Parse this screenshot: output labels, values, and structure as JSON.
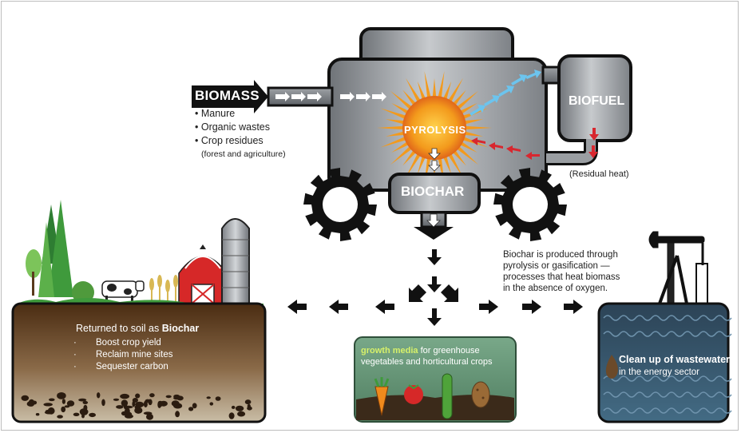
{
  "biomass": {
    "title": "BIOMASS",
    "items": [
      "• Manure",
      "• Organic wastes",
      "• Crop residues"
    ],
    "note": "(forest and agriculture)"
  },
  "reactor": {
    "pyrolysis_label": "PYROLYSIS",
    "biochar_label": "BIOCHAR",
    "biofuel_label": "BIOFUEL",
    "residual_label": "(Residual heat)"
  },
  "description": {
    "lines": [
      "Biochar is produced through",
      "pyrolysis or gasification —",
      "processes that heat biomass",
      "in the absence of oxygen."
    ]
  },
  "soil": {
    "title_prefix": "Returned to soil as ",
    "title_bold": "Biochar",
    "items": [
      "Boost crop yield",
      "Reclaim mine sites",
      "Sequester carbon"
    ],
    "bullet": "·"
  },
  "growth": {
    "bold": "growth media",
    "rest": " for greenhouse",
    "line2": "vegetables and horticultural crops"
  },
  "water": {
    "bold": "Clean up of wastewater",
    "line2": "in the energy sector"
  },
  "colors": {
    "metal": "#8f9398",
    "soil_top": "#5a3a1c",
    "soil_bottom": "#b6a98e",
    "greenhouse": "#6a9a7c",
    "water_box": "#2f4a5f",
    "fuel_arrow": "#6cc4ee",
    "heat_arrow": "#d8272f",
    "sun": "#f39a1c"
  }
}
